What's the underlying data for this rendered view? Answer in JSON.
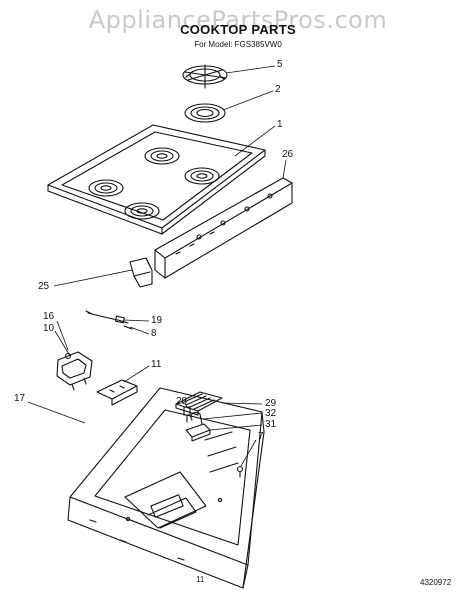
{
  "header": {
    "watermark": "AppliancePartsPros.com",
    "title": "COOKTOP PARTS",
    "model_line": "For Model: FGS385VW0"
  },
  "callouts": {
    "c5": "5",
    "c2": "2",
    "c1": "1",
    "c26": "26",
    "c25": "25",
    "c16": "16",
    "c10": "10",
    "c19": "19",
    "c8": "8",
    "c11": "11",
    "c17": "17",
    "c28": "28",
    "c29": "29",
    "c32": "32",
    "c31": "31",
    "c7": "7"
  },
  "footer": {
    "page_number": "11",
    "document_number": "4320972"
  }
}
